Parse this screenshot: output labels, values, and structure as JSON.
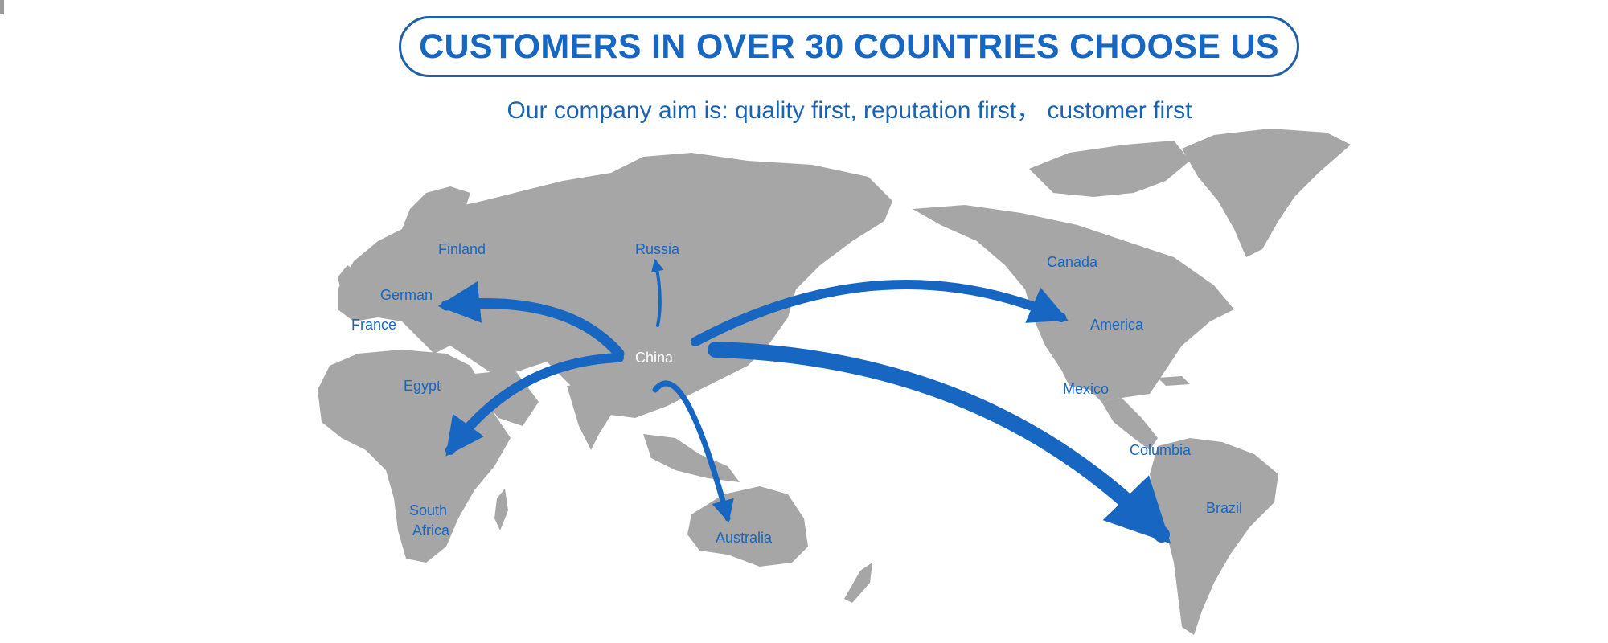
{
  "header": {
    "title": "CUSTOMERS IN OVER 30 COUNTRIES CHOOSE US",
    "subtitle": "Our company aim is: quality first, reputation first， customer first"
  },
  "map": {
    "origin": "China",
    "labels": {
      "finland": "Finland",
      "russia": "Russia",
      "german": "German",
      "france": "France",
      "egypt": "Egypt",
      "south_africa_line1": "South",
      "south_africa_line2": "Africa",
      "australia": "Australia",
      "canada": "Canada",
      "america": "America",
      "mexico": "Mexico",
      "columbia": "Columbia",
      "brazil": "Brazil"
    },
    "colors": {
      "land": "#a6a6a6",
      "arrow": "#1766c2",
      "label": "#1766c2",
      "title": "#1766c2"
    }
  }
}
